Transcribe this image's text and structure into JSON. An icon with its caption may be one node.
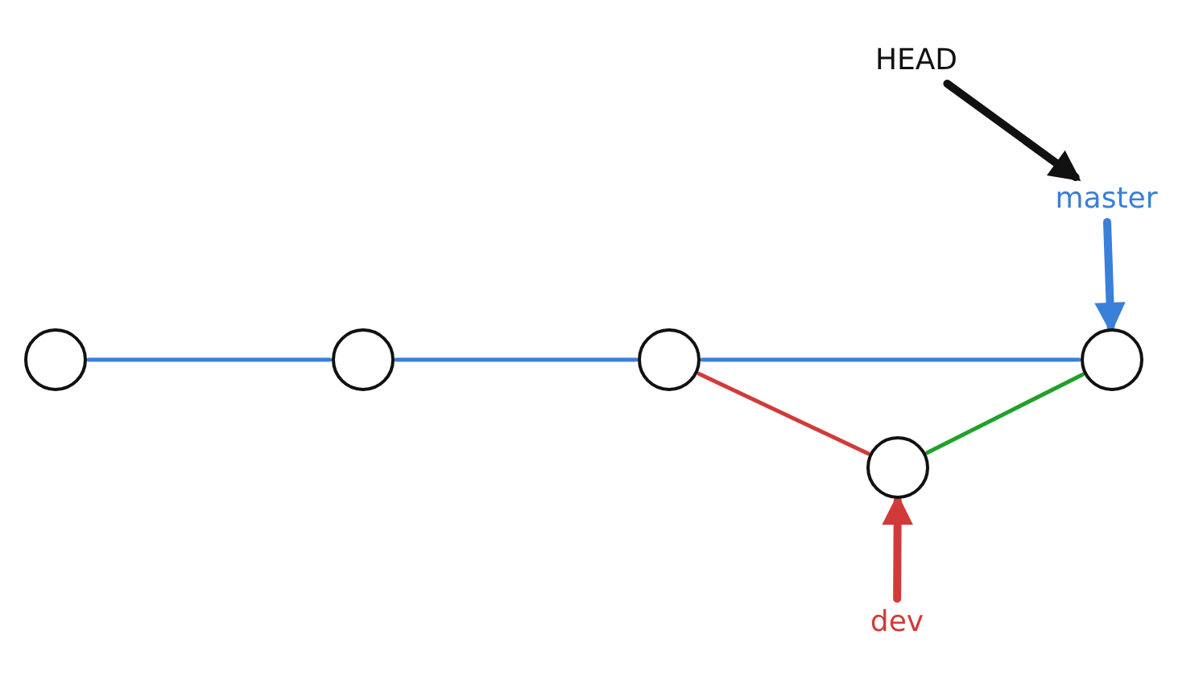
{
  "diagram": {
    "nodes": [
      {
        "text": [
          "HEAD"
        ]
      },
      {
        "text": [
          "master"
        ]
      },
      {
        "text": [],
        "shape": "circle"
      },
      {
        "text": [],
        "shape": "circle"
      },
      {
        "text": [],
        "shape": "circle"
      },
      {
        "text": [],
        "shape": "circle"
      },
      {
        "text": [],
        "shape": "circle"
      },
      {
        "text": [
          "dev"
        ]
      }
    ],
    "edges": [
      {
        "from": 0,
        "to": 1,
        "arrow": "to",
        "style": "thick",
        "color": "#111111"
      },
      {
        "from": 1,
        "to": 6,
        "arrow": "to",
        "style": "thick"
      },
      {
        "from": 2,
        "to": 3,
        "arrow": "none"
      },
      {
        "from": 3,
        "to": 4,
        "arrow": "none"
      },
      {
        "from": 4,
        "to": 6,
        "arrow": "none"
      },
      {
        "from": 4,
        "to": 5,
        "arrow": "none",
        "color": "#d23a3a"
      },
      {
        "from": 5,
        "to": 6,
        "arrow": "none",
        "color": "#22a02a"
      },
      {
        "from": 7,
        "to": 5,
        "arrow": "to",
        "style": "thick",
        "color": "#d23a3a"
      }
    ]
  }
}
